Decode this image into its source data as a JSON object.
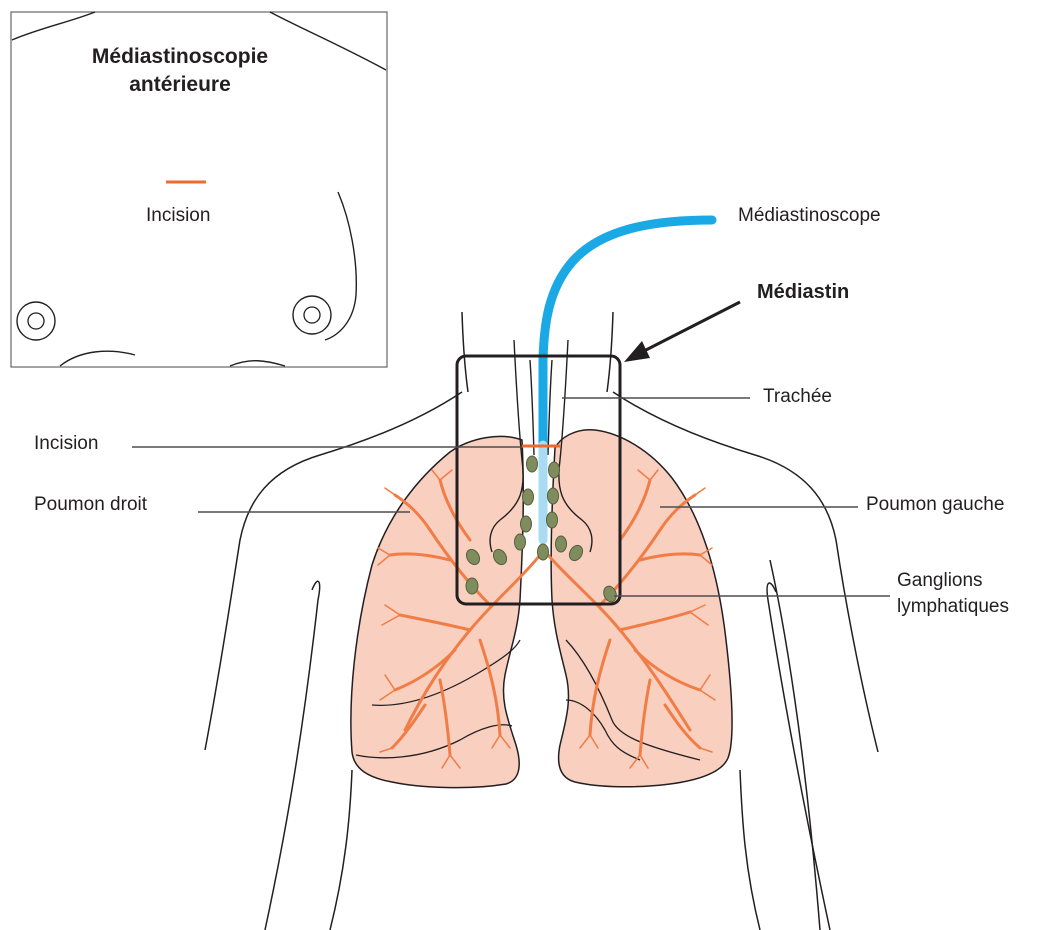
{
  "inset": {
    "title_line1": "Médiastinoscopie",
    "title_line2": "antérieure",
    "incision_label": "Incision"
  },
  "labels": {
    "mediastinoscope": "Médiastinoscope",
    "mediastin": "Médiastin",
    "trachee": "Trachée",
    "incision": "Incision",
    "poumon_droit": "Poumon droit",
    "poumon_gauche": "Poumon gauche",
    "ganglions_line1": "Ganglions",
    "ganglions_line2": "lymphatiques"
  },
  "colors": {
    "outline": "#231f20",
    "lung_fill": "#f9cfc0",
    "bronchi": "#f07d45",
    "scope": "#1ba9e6",
    "scope_light": "#a9dcf3",
    "incision": "#ef6a2b",
    "lymph_node": "#7f8c5e",
    "leader": "#4d4d4f"
  }
}
